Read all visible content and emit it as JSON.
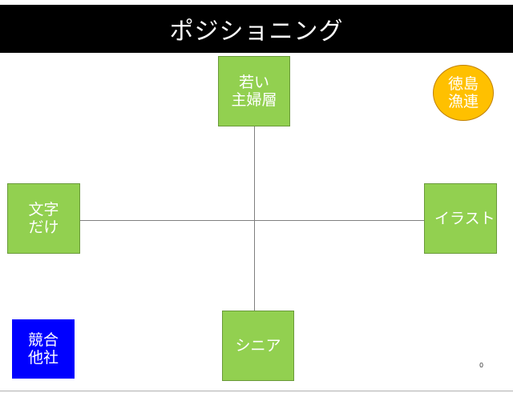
{
  "title": "ポジショニング",
  "axes": {
    "top": "若い\n主婦層",
    "bottom": "シニア",
    "left": "文字\nだけ",
    "right": "イラスト"
  },
  "competitor_label": "競合\n他社",
  "self_label": "徳島\n漁連",
  "page_number": "0",
  "colors": {
    "title_bg": "#000000",
    "axis_box": "#92d050",
    "competitor": "#0000ff",
    "self": "#ffc000"
  }
}
